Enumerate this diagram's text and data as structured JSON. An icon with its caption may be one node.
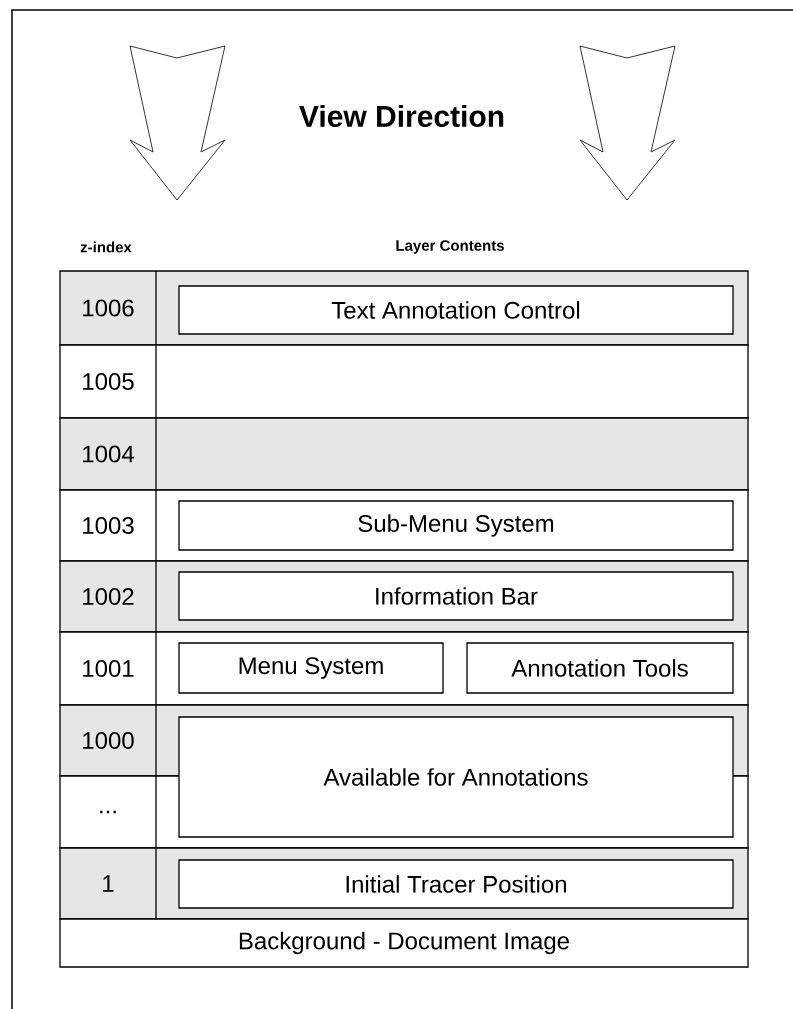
{
  "diagram": {
    "title": "View Direction",
    "nodes": [
      {
        "text": [
          "Text Annotation Control"
        ]
      },
      {
        "text": [
          "Sub-Menu System"
        ]
      },
      {
        "text": [
          "Information Bar"
        ]
      },
      {
        "text": [
          "Menu System"
        ]
      },
      {
        "text": [
          "Annotation Tools"
        ]
      },
      {
        "text": [
          "Available for Annotations"
        ]
      },
      {
        "text": [
          "Initial Tracer Position"
        ]
      },
      {
        "text": [
          "Background - Document Image"
        ]
      }
    ],
    "labels": [
      "z-index",
      "Layer Contents",
      "1006",
      "1005",
      "1004",
      "1003",
      "1002",
      "1001",
      "1000",
      "...",
      "1"
    ]
  }
}
